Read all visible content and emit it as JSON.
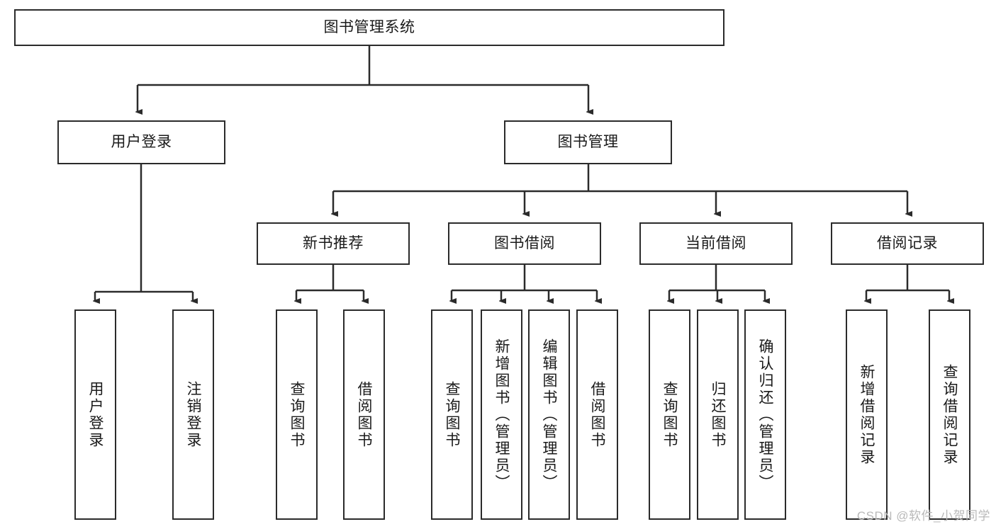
{
  "diagram": {
    "type": "tree-hierarchy-chart",
    "title": "图书管理系统",
    "stroke_color": "#2b2b2b",
    "background_color": "#ffffff",
    "levels": [
      {
        "level": 1,
        "nodes": [
          {
            "id": "root",
            "label": "图书管理系统",
            "orientation": "horizontal"
          }
        ]
      },
      {
        "level": 2,
        "nodes": [
          {
            "id": "l2-0",
            "label": "用户登录",
            "orientation": "horizontal",
            "parent": "root"
          },
          {
            "id": "l2-1",
            "label": "图书管理",
            "orientation": "horizontal",
            "parent": "root"
          }
        ]
      },
      {
        "level": 3,
        "nodes": [
          {
            "id": "l3-0",
            "label": "新书推荐",
            "orientation": "horizontal",
            "parent": "l2-1"
          },
          {
            "id": "l3-1",
            "label": "图书借阅",
            "orientation": "horizontal",
            "parent": "l2-1"
          },
          {
            "id": "l3-2",
            "label": "当前借阅",
            "orientation": "horizontal",
            "parent": "l2-1"
          },
          {
            "id": "l3-3",
            "label": "借阅记录",
            "orientation": "horizontal",
            "parent": "l2-1"
          }
        ]
      },
      {
        "level": 4,
        "nodes": [
          {
            "id": "leaf-0",
            "label": "用户登录",
            "orientation": "vertical",
            "parent": "l2-0"
          },
          {
            "id": "leaf-1",
            "label": "注销登录",
            "orientation": "vertical",
            "parent": "l2-0"
          },
          {
            "id": "leaf-2",
            "label": "查询图书",
            "orientation": "vertical",
            "parent": "l3-0"
          },
          {
            "id": "leaf-3",
            "label": "借阅图书",
            "orientation": "vertical",
            "parent": "l3-0"
          },
          {
            "id": "leaf-4",
            "label": "查询图书",
            "orientation": "vertical",
            "parent": "l3-1"
          },
          {
            "id": "leaf-5",
            "label": "新增图书（管理员）",
            "orientation": "vertical",
            "parent": "l3-1"
          },
          {
            "id": "leaf-6",
            "label": "编辑图书（管理员）",
            "orientation": "vertical",
            "parent": "l3-1"
          },
          {
            "id": "leaf-7",
            "label": "借阅图书",
            "orientation": "vertical",
            "parent": "l3-1"
          },
          {
            "id": "leaf-8",
            "label": "查询图书",
            "orientation": "vertical",
            "parent": "l3-2"
          },
          {
            "id": "leaf-9",
            "label": "归还图书",
            "orientation": "vertical",
            "parent": "l3-2"
          },
          {
            "id": "leaf-10",
            "label": "确认归还（管理员）",
            "orientation": "vertical",
            "parent": "l3-2"
          },
          {
            "id": "leaf-11",
            "label": "新增借阅记录",
            "orientation": "vertical",
            "parent": "l3-3"
          },
          {
            "id": "leaf-12",
            "label": "查询借阅记录",
            "orientation": "vertical",
            "parent": "l3-3"
          }
        ]
      }
    ]
  },
  "watermark": {
    "text": "CSDN @软件_小贺同学"
  }
}
